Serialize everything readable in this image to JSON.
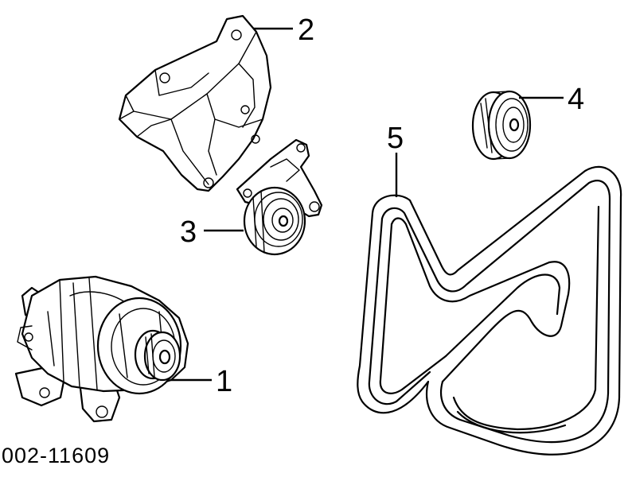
{
  "diagram": {
    "reference_number": "002-11609",
    "parts": [
      {
        "callout": "1",
        "icon": "alternator-icon"
      },
      {
        "callout": "2",
        "icon": "mounting-bracket-icon"
      },
      {
        "callout": "3",
        "icon": "belt-tensioner-icon"
      },
      {
        "callout": "4",
        "icon": "idler-pulley-icon"
      },
      {
        "callout": "5",
        "icon": "serpentine-belt-icon"
      }
    ]
  }
}
